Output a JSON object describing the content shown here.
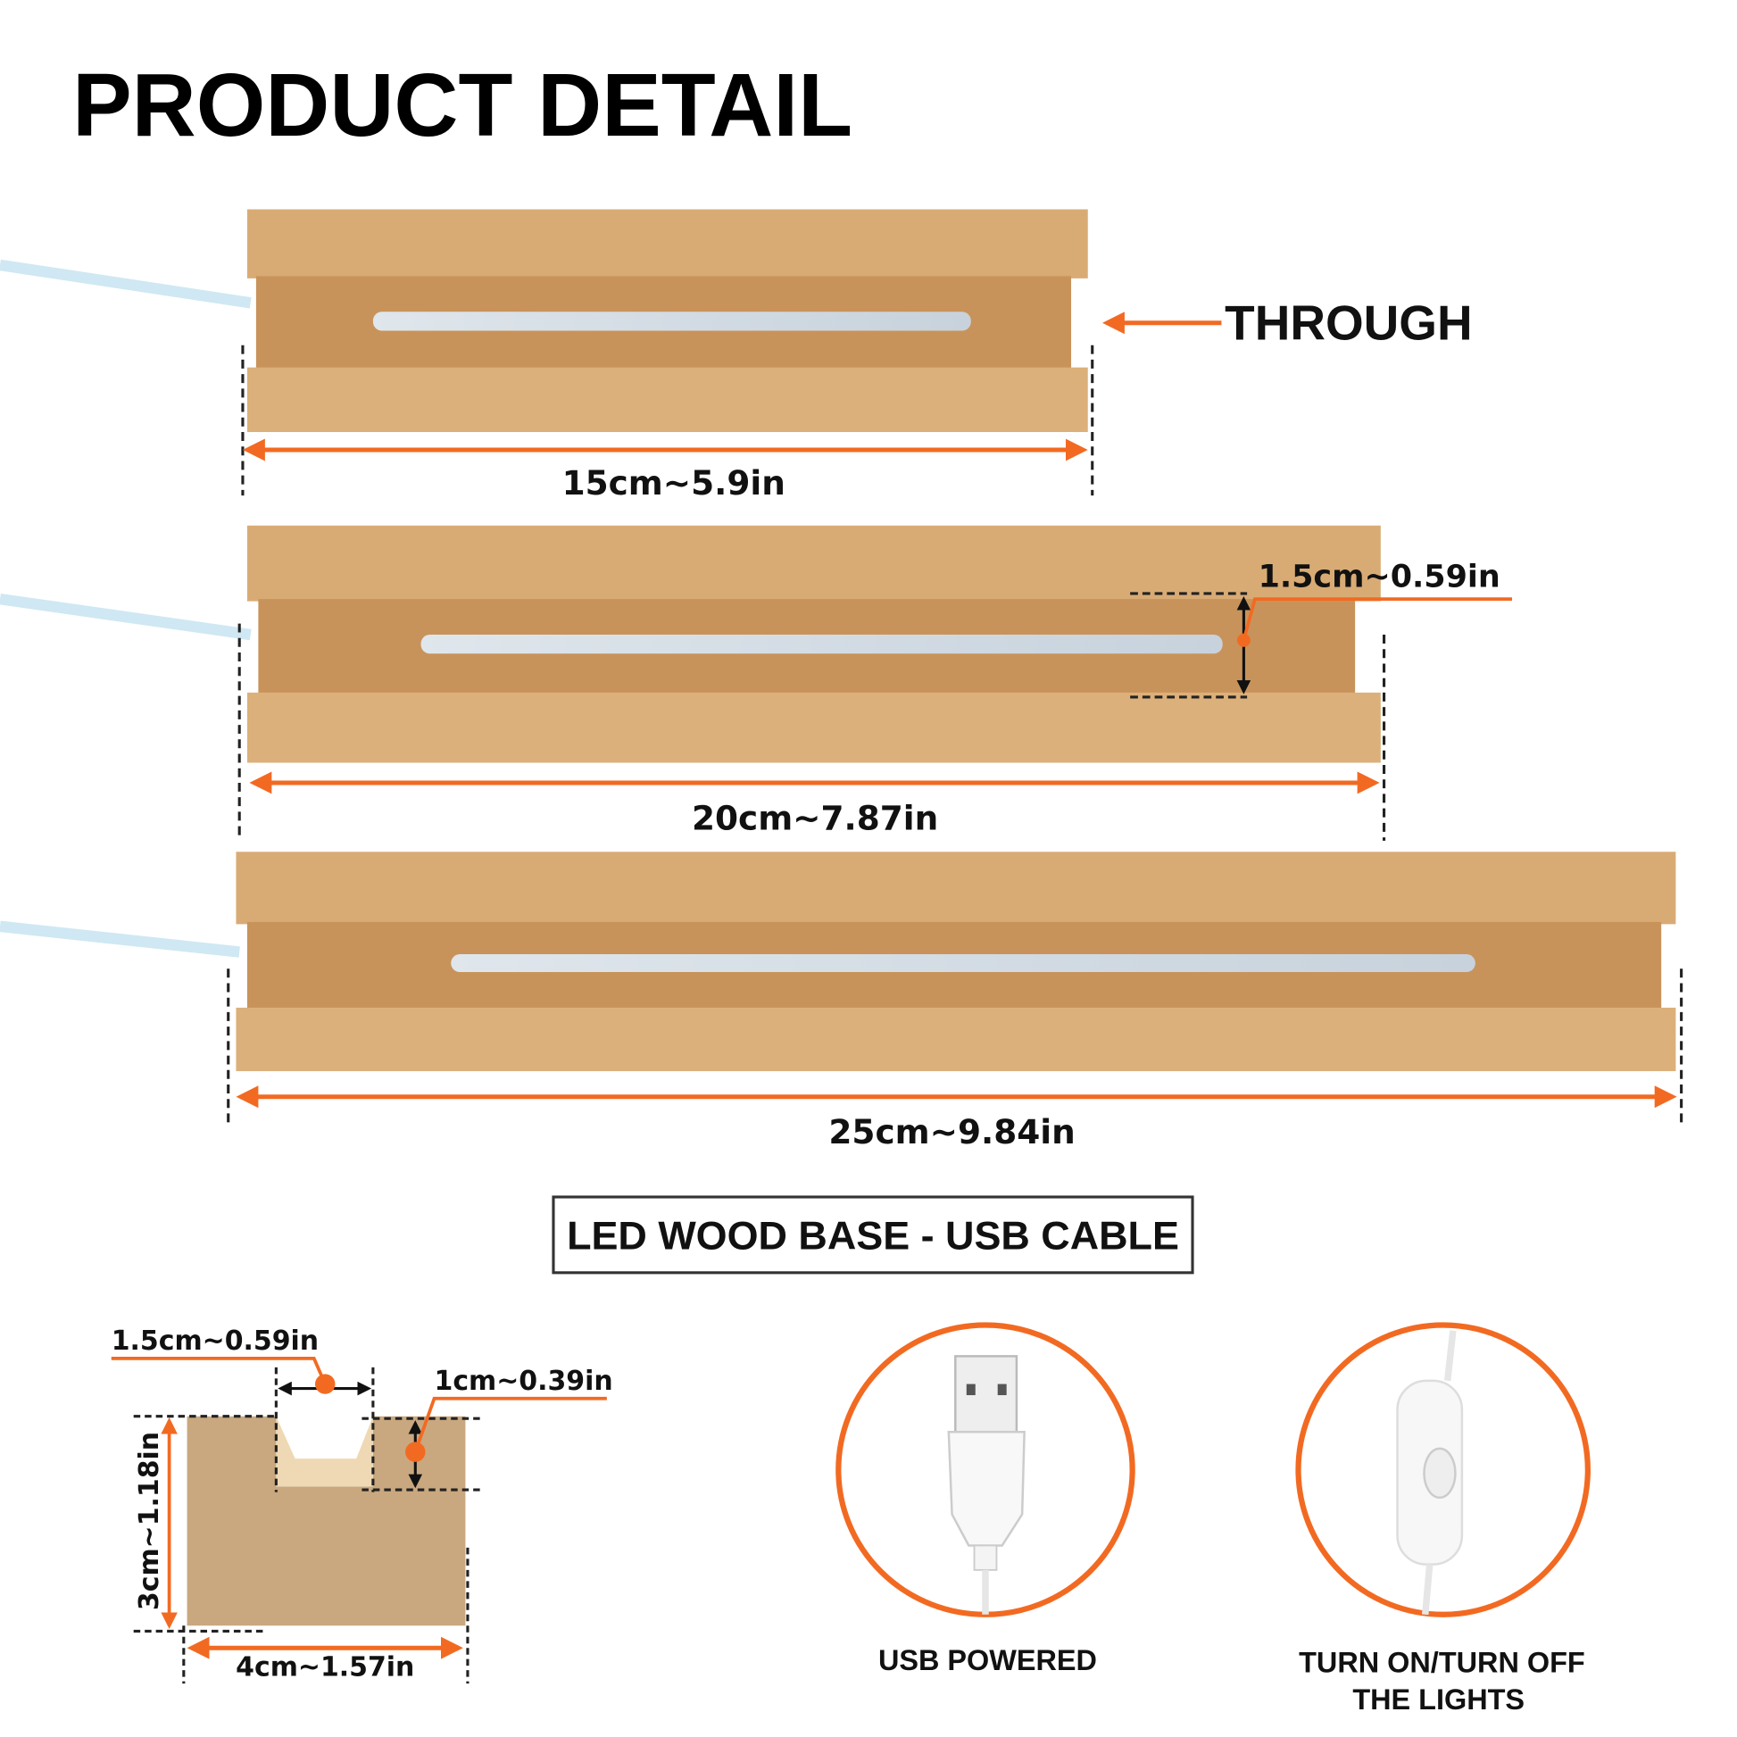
{
  "title": "PRODUCT DETAIL",
  "callouts": {
    "through": "THROUGH",
    "channel_width": "1.5cm~0.59in"
  },
  "bases": [
    {
      "length_label": "15cm~5.9in"
    },
    {
      "length_label": "20cm~7.87in"
    },
    {
      "length_label": "25cm~9.84in"
    }
  ],
  "banner": "LED WOOD BASE - USB CABLE",
  "cross_section": {
    "groove_width": "1.5cm~0.59in",
    "groove_depth": "1cm~0.39in",
    "height": "3cm~1.18in",
    "width": "4cm~1.57in"
  },
  "features": [
    {
      "label": "USB POWERED"
    },
    {
      "label_line1": "TURN ON/TURN OFF",
      "label_line2": "THE LIGHTS"
    }
  ],
  "colors": {
    "accent": "#f26a22",
    "wood": "#d9ab74",
    "wood_dark": "#c8935a",
    "cable": "#cfe8f3"
  }
}
